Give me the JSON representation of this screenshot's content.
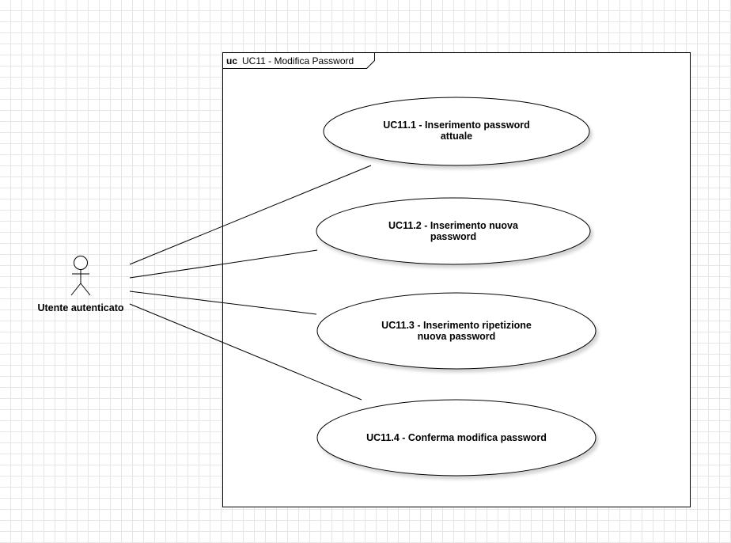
{
  "frame": {
    "keyword": "uc",
    "name": "UC11 - Modifica Password"
  },
  "actor": {
    "name": "Utente autenticato"
  },
  "use_cases": [
    {
      "line1": "UC11.1 - Inserimento password",
      "line2": "attuale"
    },
    {
      "line1": "UC11.2 - Inserimento nuova",
      "line2": "password"
    },
    {
      "line1": "UC11.3 - Inserimento ripetizione",
      "line2": "nuova password"
    },
    {
      "line1": "UC11.4 - Conferma modifica password",
      "line2": ""
    }
  ]
}
